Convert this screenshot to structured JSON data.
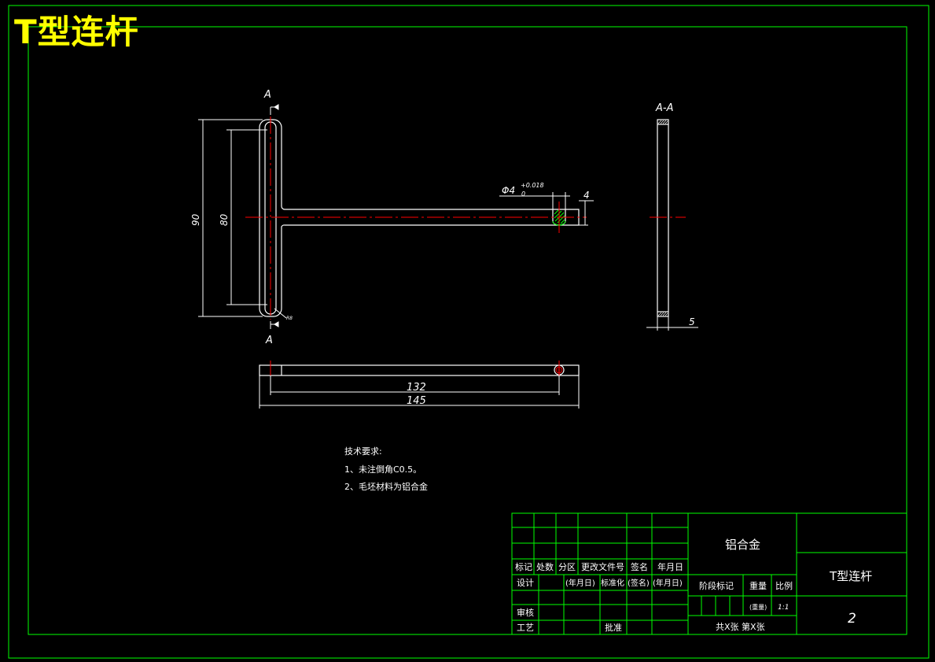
{
  "title": "T型连杆",
  "section": {
    "marker_top": "A",
    "marker_bottom": "A",
    "view_label": "A-A",
    "thickness": "5"
  },
  "dimensions": {
    "overall_height": "90",
    "slot_length": "80",
    "hole_diameter": "Φ4",
    "hole_tol_upper": "+0.018",
    "hole_tol_lower": "0",
    "hole_offset": "4",
    "radius_note": "R8",
    "hole_distance": "132",
    "overall_length": "145"
  },
  "tech_requirements": {
    "heading": "技术要求:",
    "items": [
      "1、未注倒角C0.5。",
      "2、毛坯材料为铝合金"
    ]
  },
  "title_block": {
    "material": "铝合金",
    "part_name": "T型连杆",
    "drawing_no": "2",
    "rev_headers": [
      "标记",
      "处数",
      "分区",
      "更改文件号",
      "签名",
      "年月日"
    ],
    "design": "设计",
    "date_placeholder": "(年月日)",
    "standardize": "标准化",
    "sign_placeholder": "(签名)",
    "review": "审核",
    "process": "工艺",
    "approve": "批准",
    "stage_mark": "阶段标记",
    "weight": "重量",
    "scale": "比例",
    "weight_value": "(重量)",
    "scale_value": "1:1",
    "sheet_info": "共X张 第X张"
  },
  "colors": {
    "background": "#000000",
    "border": "#00ff00",
    "outline": "#ffffff",
    "centerline": "#ff0000",
    "title": "#ffff00",
    "thread": "#00ff00"
  }
}
